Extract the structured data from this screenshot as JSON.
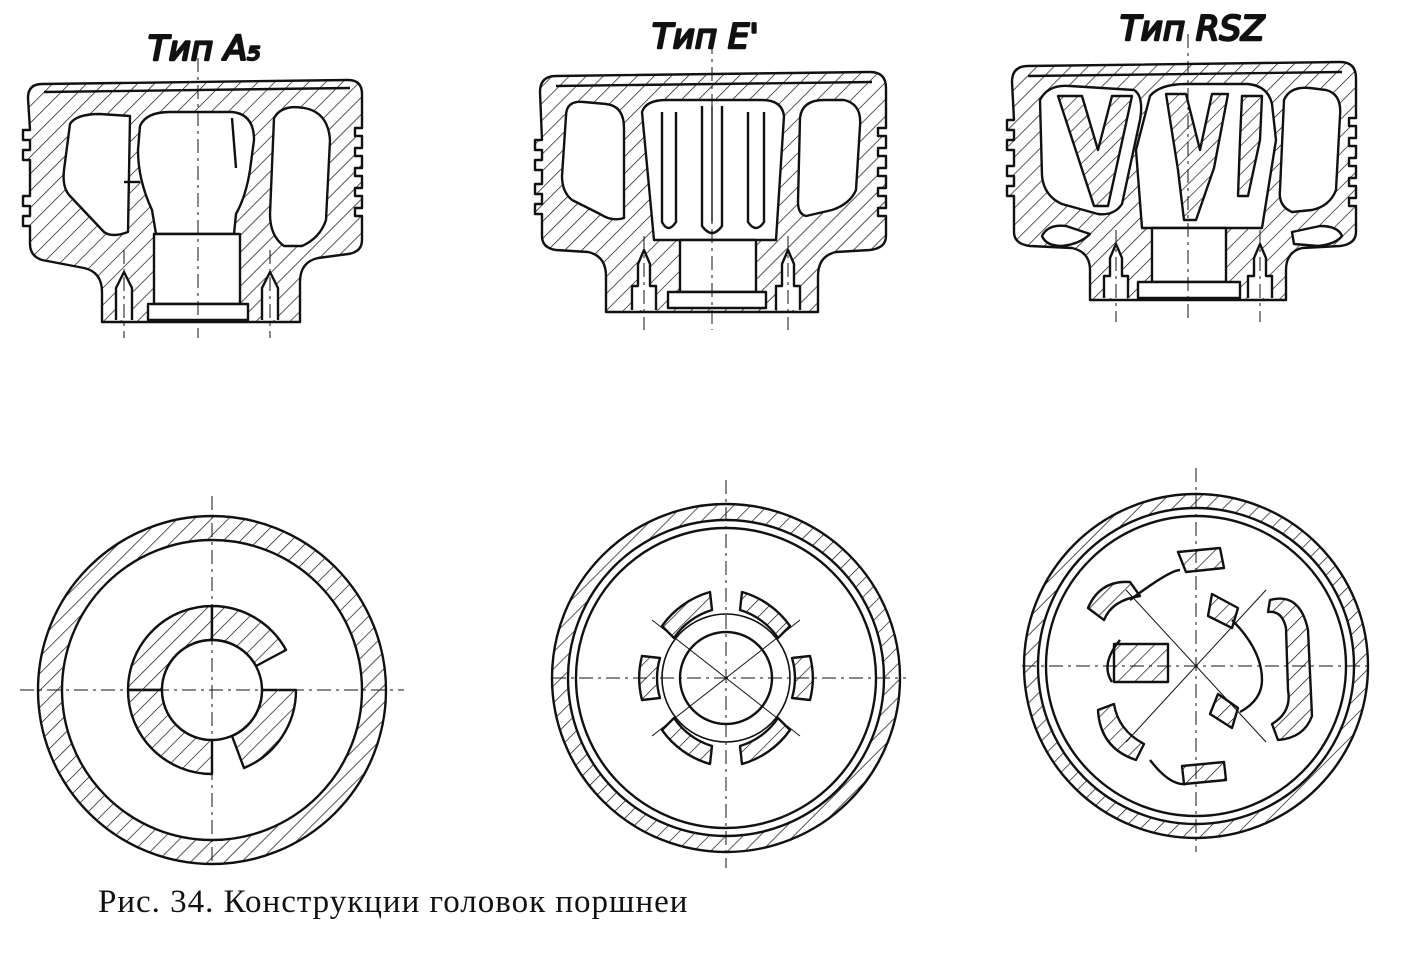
{
  "figure": {
    "caption": "Рис. 34. Конструкции головок поршнеи"
  },
  "pistons": [
    {
      "label": "Тип А₅"
    },
    {
      "label": "Тип E'"
    },
    {
      "label": "Тип RSZ"
    }
  ],
  "style": {
    "ink": "#111111",
    "paper": "#ffffff"
  }
}
